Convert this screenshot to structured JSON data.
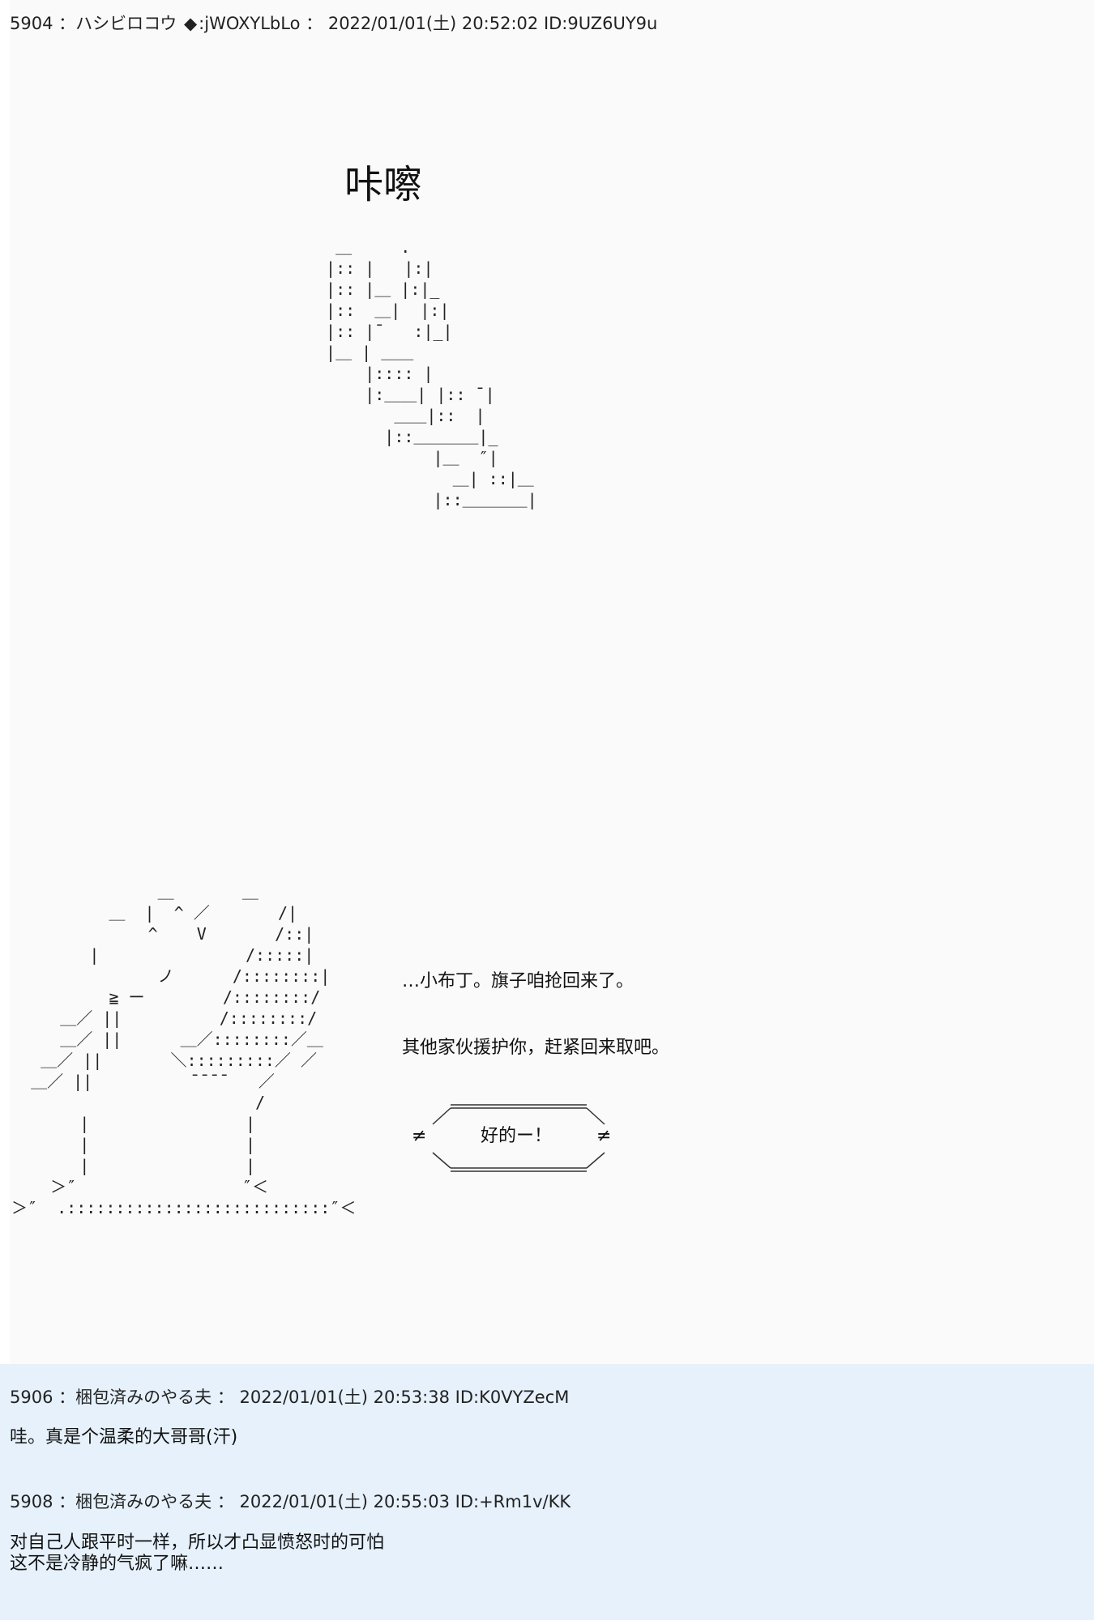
{
  "post_5904": {
    "number": "5904",
    "separator": "：",
    "name": "ハシビロコウ",
    "diamond": "◆",
    "trip": ":jWOXYLbLo",
    "datetime": "2022/01/01(土) 20:52:02",
    "id": "ID:9UZ6UY9u",
    "sound_effect": "咔嚓",
    "dialog_line1": "…小布丁。旗子咱抢回来了。",
    "dialog_line2": "其他家伙援护你，赶紧回来取吧。",
    "choice_label": "好的ー！",
    "choice_left_mark": "≠",
    "choice_right_mark": "≠"
  },
  "post_5906": {
    "number": "5906",
    "separator": "：",
    "name": "梱包済みのやる夫",
    "datetime": "2022/01/01(土) 20:53:38",
    "id": "ID:K0VYZecM",
    "text": "哇。真是个温柔的大哥哥(汗)"
  },
  "post_5908": {
    "number": "5908",
    "separator": "：",
    "name": "梱包済みのやる夫",
    "datetime": "2022/01/01(土) 20:55:03",
    "id": "ID:+Rm1v/KK",
    "line1": "对自己人跟平时一样，所以才凸显愤怒时的可怕",
    "line2": "这不是冷静的气疯了嘛……"
  },
  "colors": {
    "main_post_bg": "#fafafa",
    "reply_bg": "#e6f1fb",
    "text": "#111111"
  }
}
